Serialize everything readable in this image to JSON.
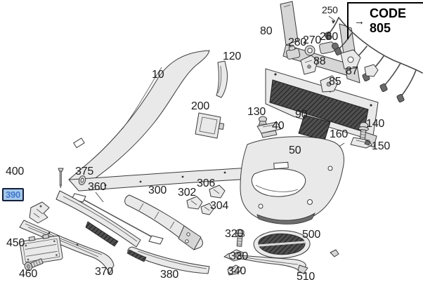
{
  "code_box": {
    "arrow": "→",
    "label": "CODE 805"
  },
  "selected": {
    "part": "390"
  },
  "colors": {
    "highlight_bg": "#a6c8ea",
    "highlight_text": "#3f77cc",
    "highlight_border": "#14203c",
    "line_art": "#3b3b3b"
  },
  "labels": {
    "l10": "10",
    "l40": "40",
    "l50": "50",
    "l80": "80",
    "l85": "85",
    "l87": "87",
    "l88": "88",
    "l90": "90",
    "l120": "120",
    "l130": "130",
    "l140": "140",
    "l150": "150",
    "l160": "160",
    "l200": "200",
    "l250": "250",
    "l260": "260",
    "l270": "270",
    "l280": "280",
    "l300": "300",
    "l302": "302",
    "l304": "304",
    "l306": "306",
    "l320": "320",
    "l330": "330",
    "l340": "340",
    "l360": "360",
    "l370": "370",
    "l375": "375",
    "l380": "380",
    "l390": "390",
    "l400": "400",
    "l450": "450",
    "l460": "460",
    "l500": "500",
    "l510": "510"
  }
}
